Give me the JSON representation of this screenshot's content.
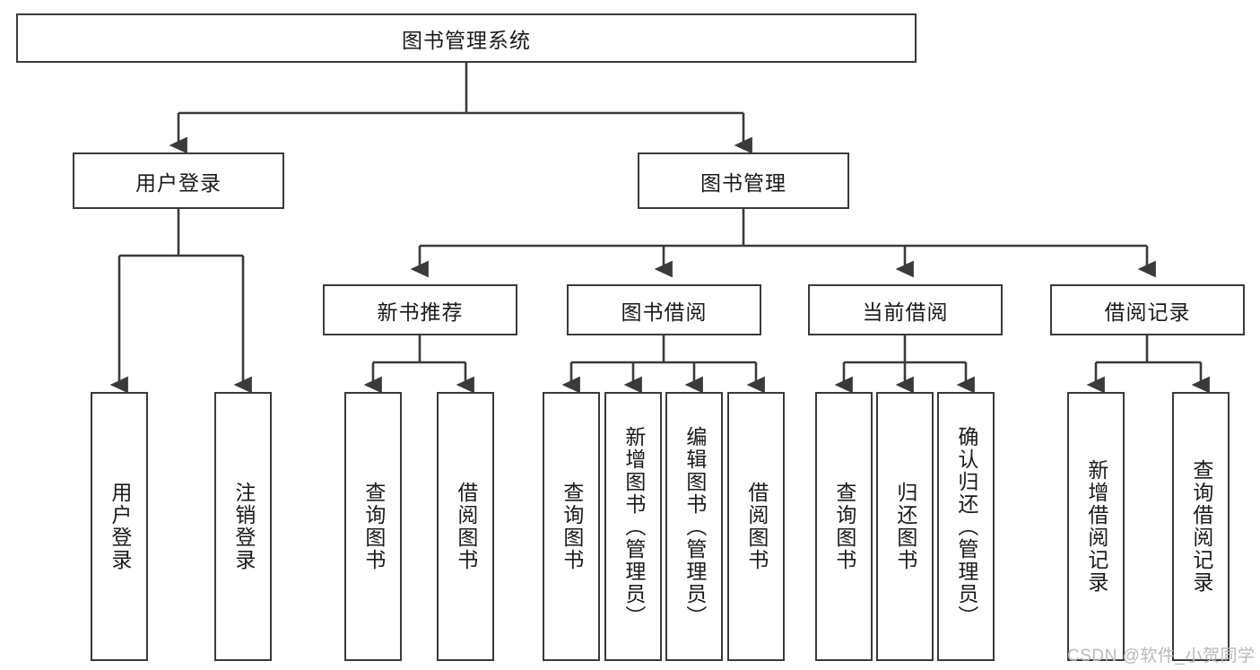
{
  "diagram": {
    "title_node": {
      "label": "图书管理系统"
    },
    "level2": [
      {
        "id": "user-login",
        "label": "用户登录"
      },
      {
        "id": "book-management",
        "label": "图书管理"
      }
    ],
    "level3": [
      {
        "id": "new-book-recommend",
        "label": "新书推荐"
      },
      {
        "id": "book-borrow",
        "label": "图书借阅"
      },
      {
        "id": "current-borrow",
        "label": "当前借阅"
      },
      {
        "id": "borrow-record",
        "label": "借阅记录"
      }
    ],
    "leaves": [
      {
        "id": "leaf-user-login",
        "label": "用户登录",
        "parent": "user-login"
      },
      {
        "id": "leaf-logout-login",
        "label": "注销登录",
        "parent": "user-login"
      },
      {
        "id": "leaf-query-book-1",
        "label": "查询图书",
        "parent": "new-book-recommend"
      },
      {
        "id": "leaf-borrow-book-1",
        "label": "借阅图书",
        "parent": "new-book-recommend"
      },
      {
        "id": "leaf-query-book-2",
        "label": "查询图书",
        "parent": "book-borrow"
      },
      {
        "id": "leaf-add-book",
        "label": "新增图书（管理员）",
        "parent": "book-borrow"
      },
      {
        "id": "leaf-edit-book",
        "label": "编辑图书（管理员）",
        "parent": "book-borrow"
      },
      {
        "id": "leaf-borrow-book-2",
        "label": "借阅图书",
        "parent": "book-borrow"
      },
      {
        "id": "leaf-query-book-3",
        "label": "查询图书",
        "parent": "current-borrow"
      },
      {
        "id": "leaf-return-book",
        "label": "归还图书",
        "parent": "current-borrow"
      },
      {
        "id": "leaf-confirm-return",
        "label": "确认归还（管理员）",
        "parent": "current-borrow"
      },
      {
        "id": "leaf-add-record",
        "label": "新增借阅记录",
        "parent": "borrow-record"
      },
      {
        "id": "leaf-query-record",
        "label": "查询借阅记录",
        "parent": "borrow-record"
      }
    ],
    "watermark": "CSDN @软件_小贺同学",
    "colors": {
      "stroke": "#3a3a3a",
      "text": "#1a1a1a",
      "background": "#ffffff",
      "watermark": "#b9b9b9"
    }
  }
}
